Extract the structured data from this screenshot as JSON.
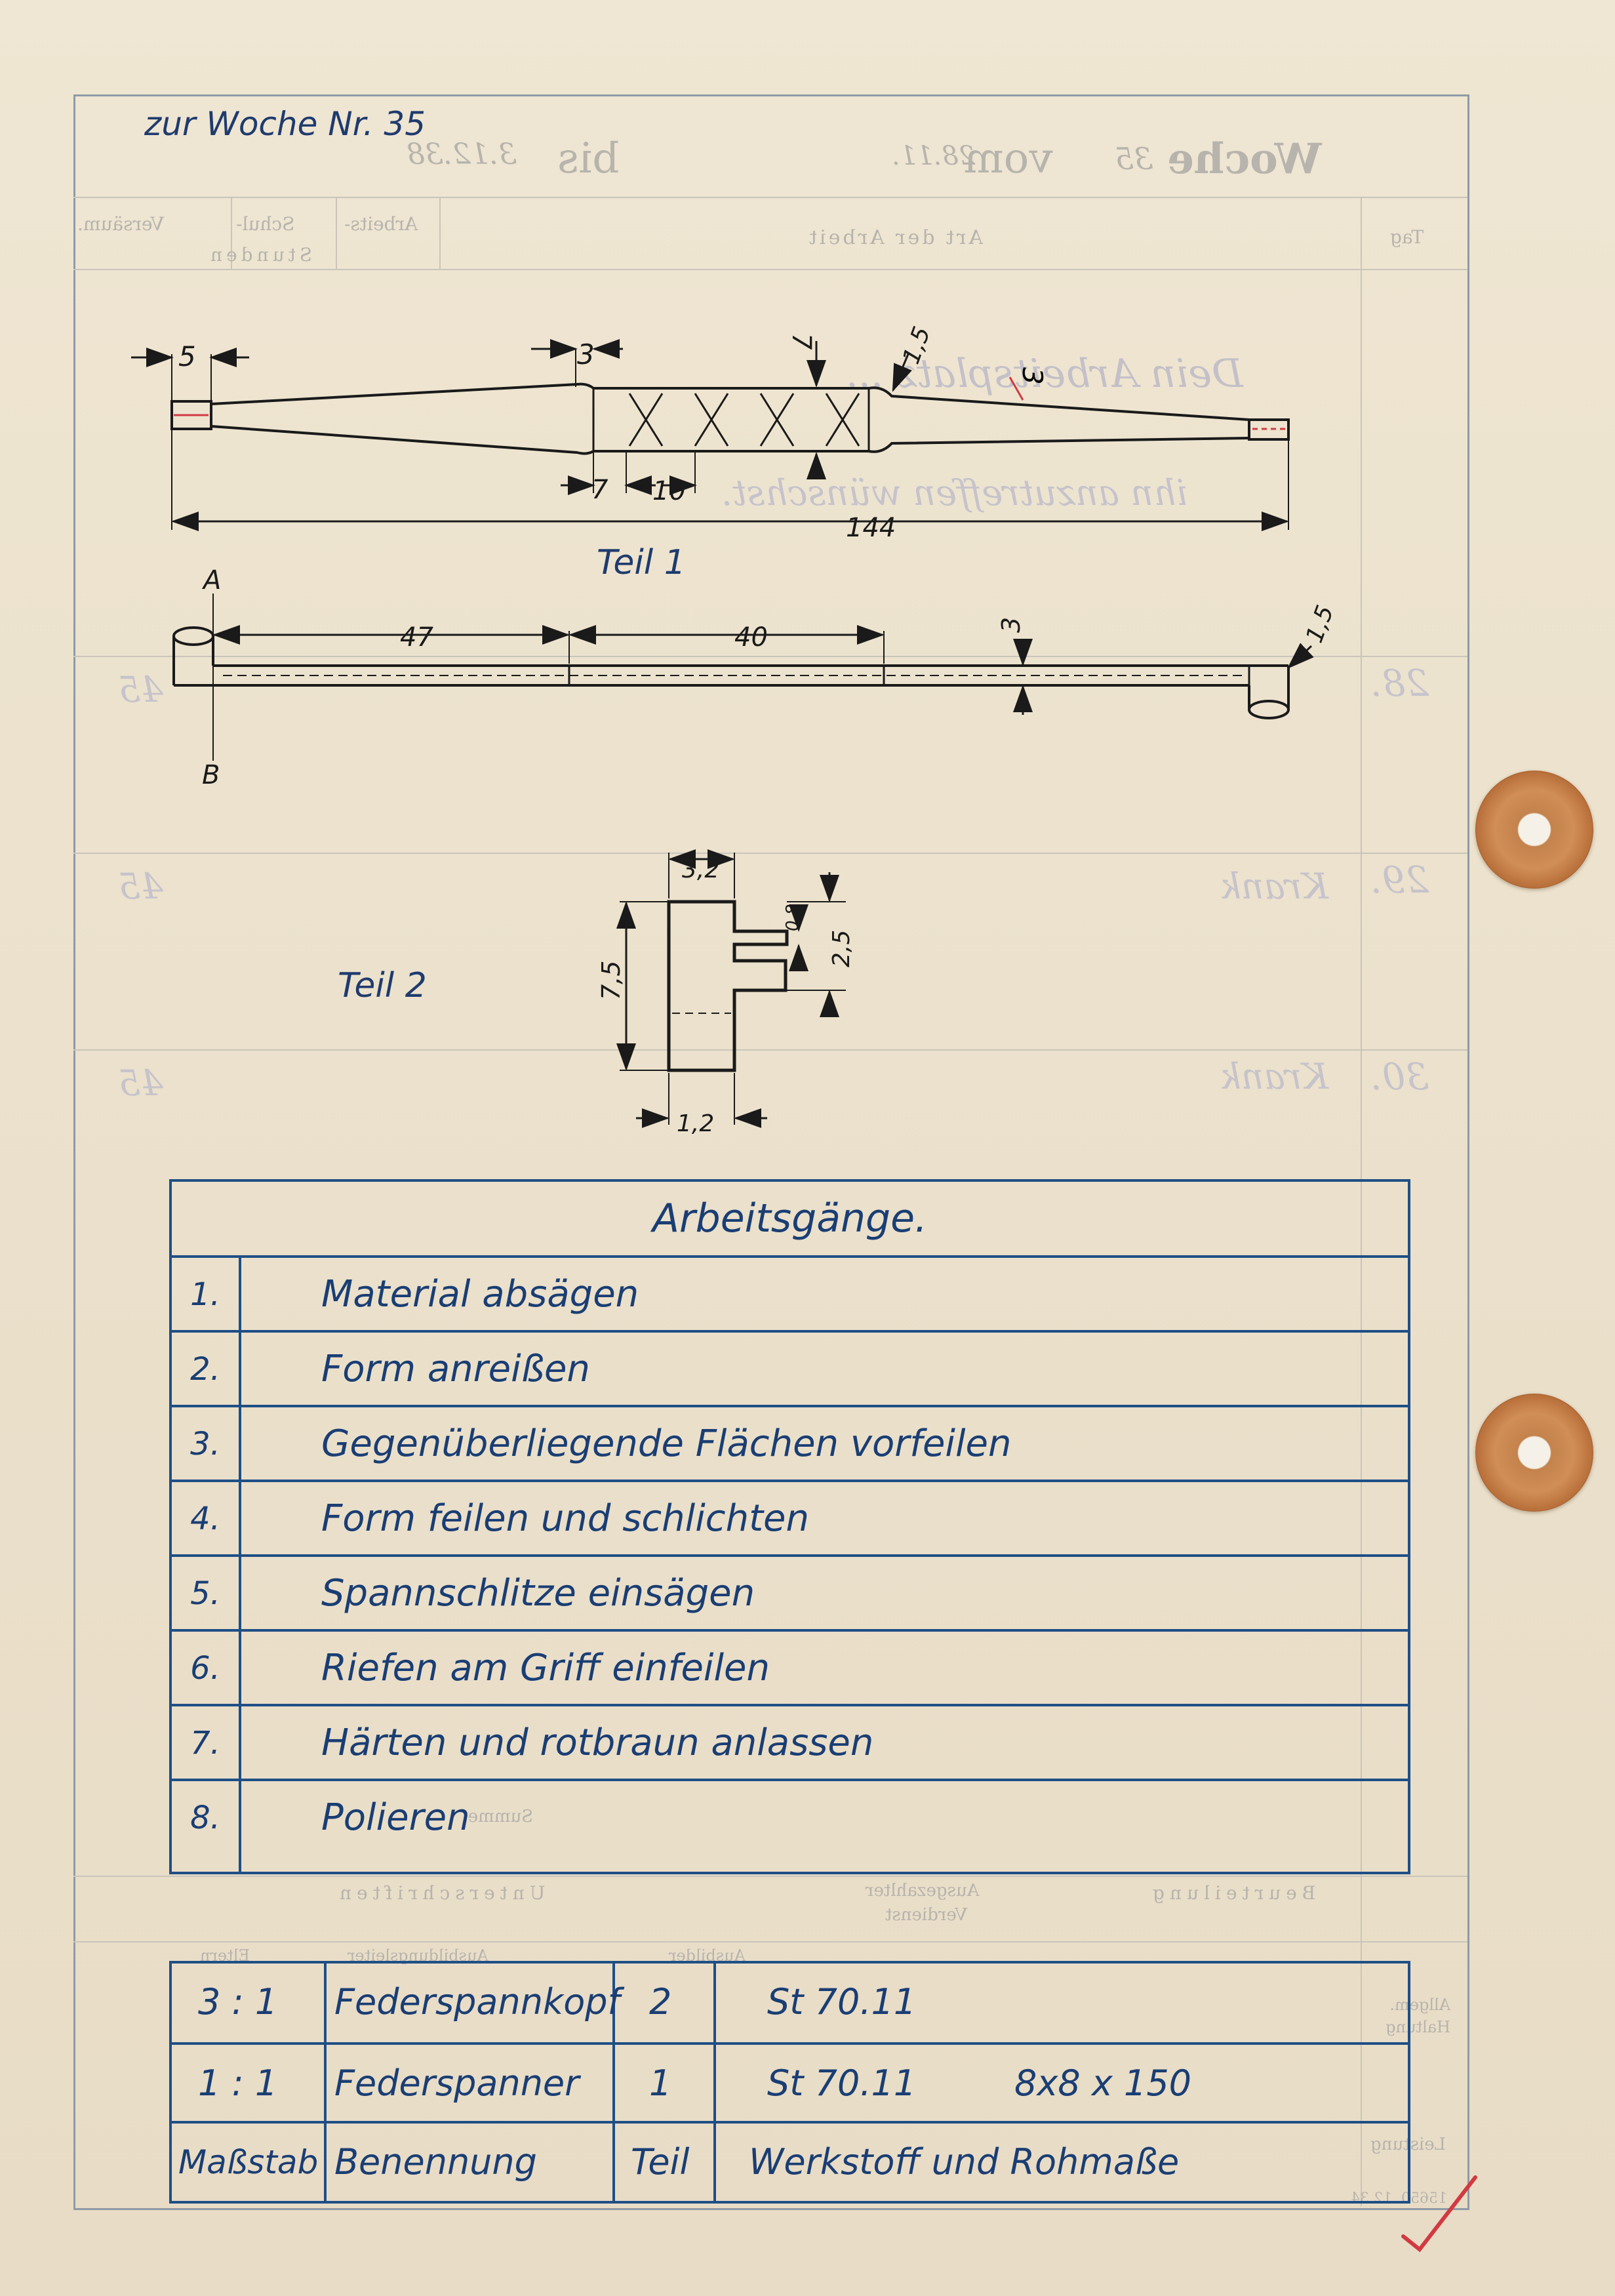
{
  "header": {
    "week_note": "zur Woche Nr. 35",
    "ghost_woche": "Woche",
    "ghost_woche_num": "35",
    "ghost_vom": "vom",
    "ghost_vom_date": "28.11.",
    "ghost_bis": "bis",
    "ghost_bis_date": "3.12.38"
  },
  "ghost_form": {
    "col_tag": "Tag",
    "col_art": "Art der Arbeit",
    "col_arbeits": "Arbeits-",
    "col_schul": "Schul-",
    "col_versaeum": "Versäum.",
    "col_stunden": "Stunden",
    "ghost_line1": "Dein Arbeitsplatz ...",
    "ghost_line2": "ihn anzutreffen wünschst.",
    "ghost_day_28": "28.",
    "ghost_day_29": "29.",
    "ghost_day_30": "30.",
    "ghost_krank": "Krank",
    "ghost_hours": "45",
    "summe": "Summe:",
    "unterschriften": "Unterschriften",
    "ausgezahlter": "Ausgezahlter",
    "verdienst": "Verdienst",
    "beurteilung": "Beurteilung",
    "ausbilder": "Ausbilder",
    "ausbildungsleiter": "Ausbildungsleiter",
    "eltern": "Eltern",
    "allgem_haltung": "Allgem. Haltung",
    "leistung": "Leistung",
    "form_code": "15650. 12.34"
  },
  "drawing": {
    "teil1_label": "Teil  1",
    "teil2_label": "Teil  2",
    "t1_dim_5": "5",
    "t1_dim_3": "3",
    "t1_dim_7_top": "7",
    "t1_dim_15": "1,5",
    "t1_dim_7": "7",
    "t1_dim_10": "10",
    "t1_dim_144": "144",
    "t1_red_3": "3",
    "sec_A": "A",
    "sec_B": "B",
    "t1b_dim_47": "47",
    "t1b_dim_40": "40",
    "t1b_dim_3": "3",
    "t1b_dim_15": "1,5",
    "t2_dim_32": "3,2",
    "t2_dim_08": "0,8",
    "t2_dim_25": "2,5",
    "t2_dim_75": "7,5",
    "t2_dim_12": "1,2"
  },
  "operations": {
    "title": "Arbeitsgänge.",
    "rows": [
      {
        "num": "1.",
        "text": "Material absägen"
      },
      {
        "num": "2.",
        "text": "Form  anreißen"
      },
      {
        "num": "3.",
        "text": "Gegenüberliegende  Flächen  vorfeilen"
      },
      {
        "num": "4.",
        "text": "Form  feilen und schlichten"
      },
      {
        "num": "5.",
        "text": "Spannschlitze einsägen"
      },
      {
        "num": "6.",
        "text": "Riefen am  Griff  einfeilen"
      },
      {
        "num": "7.",
        "text": "Härten und rotbraun  anlassen"
      },
      {
        "num": "8.",
        "text": "Polieren"
      }
    ]
  },
  "parts": {
    "rows": [
      {
        "scale": "3 : 1",
        "name": "Federspannkopf",
        "part": "2",
        "material": "St  70.11",
        "dims": ""
      },
      {
        "scale": "1 : 1",
        "name": "Federspanner",
        "part": "1",
        "material": "St  70.11",
        "dims": "8x8 x 150"
      },
      {
        "scale": "Maßstab",
        "name": "Benennung",
        "part": "Teil",
        "material": "Werkstoff und Rohmaße",
        "dims": ""
      }
    ]
  },
  "colors": {
    "ink_blue": "#1f3b6e",
    "table_blue": "#1f4f86",
    "ink_red": "#d23a42",
    "paper": "#ece2cf"
  }
}
